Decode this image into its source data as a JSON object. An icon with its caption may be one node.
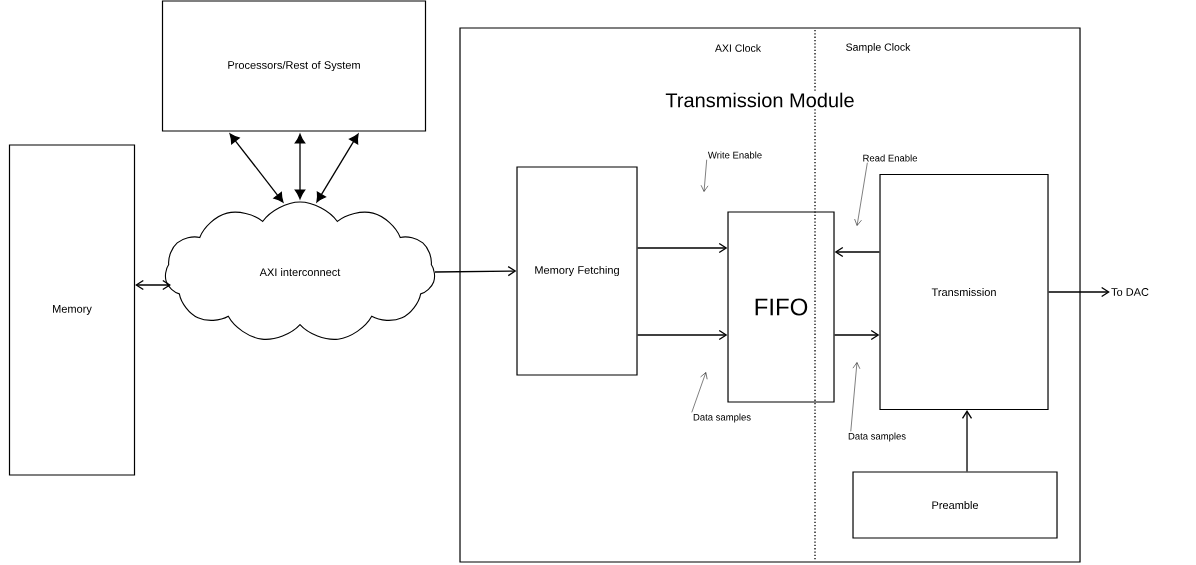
{
  "diagram": {
    "nodes": [
      {
        "text": [
          "Processors/Rest of System"
        ]
      },
      {
        "text": [
          "Memory"
        ]
      },
      {
        "text": [
          "AXI interconnect"
        ]
      },
      {
        "text": [
          "Transmission Module"
        ]
      },
      {
        "text": [
          "Memory Fetching"
        ],
        "in": 3
      },
      {
        "text": [
          "FIFO"
        ],
        "in": 3
      },
      {
        "text": [
          "Transmission"
        ],
        "in": 3
      },
      {
        "text": [
          "Preamble"
        ],
        "in": 3
      },
      {
        "text": [
          "Write Enable"
        ],
        "in": 3
      },
      {
        "text": [
          "Data samples"
        ],
        "in": 3
      },
      {
        "text": [
          "Read Enable"
        ],
        "in": 3
      },
      {
        "text": [
          "Data samples"
        ],
        "in": 3
      },
      {
        "text": [
          "To DAC"
        ]
      }
    ],
    "edges": [
      {
        "from": 2,
        "to": 0,
        "arrow": "both"
      },
      {
        "from": 2,
        "to": 0,
        "arrow": "both"
      },
      {
        "from": 2,
        "to": 0,
        "arrow": "both"
      },
      {
        "from": 1,
        "to": 2,
        "arrow": "both"
      },
      {
        "from": 2,
        "to": 4,
        "arrow": "to"
      },
      {
        "from": 4,
        "to": 5,
        "arrow": "to"
      },
      {
        "from": 4,
        "to": 5,
        "arrow": "to"
      },
      {
        "from": 6,
        "to": 5,
        "arrow": "to"
      },
      {
        "from": 5,
        "to": 6,
        "arrow": "to"
      },
      {
        "from": 7,
        "to": 6,
        "arrow": "to"
      },
      {
        "from": 6,
        "to": 12,
        "arrow": "to"
      },
      {
        "from": 8,
        "to": null,
        "arrow": "to"
      },
      {
        "from": 9,
        "to": null,
        "arrow": "to"
      },
      {
        "from": 10,
        "to": null,
        "arrow": "to"
      },
      {
        "from": 11,
        "to": null,
        "arrow": "to"
      }
    ],
    "labels": [
      "AXI Clock",
      "Sample Clock"
    ]
  }
}
